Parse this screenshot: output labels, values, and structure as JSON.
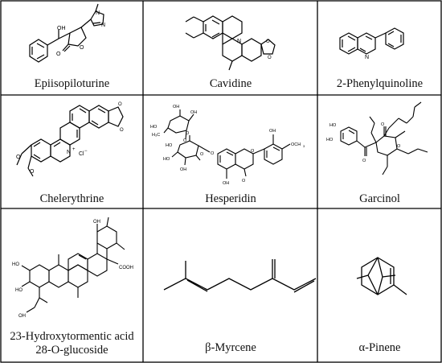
{
  "compounds": [
    {
      "name": "Epiisopiloturine"
    },
    {
      "name": "Cavidine"
    },
    {
      "name": "2-Phenylquinoline"
    },
    {
      "name": "Chelerythrine"
    },
    {
      "name": "Hesperidin"
    },
    {
      "name": "Garcinol"
    },
    {
      "name_line1": "23-Hydroxytormentic acid",
      "name_line2": "28-O-glucoside"
    },
    {
      "name": "β-Myrcene"
    },
    {
      "name": "α-Pinene"
    }
  ],
  "atom_labels": {
    "oh": "OH",
    "o": "O",
    "n": "N",
    "n_plus": "N",
    "cl": "Cl",
    "cooh": "COOH",
    "och3": "OCH",
    "ho": "HO",
    "h3c": "H₃C"
  },
  "colors": {
    "line": "#000000",
    "background": "#ffffff"
  }
}
